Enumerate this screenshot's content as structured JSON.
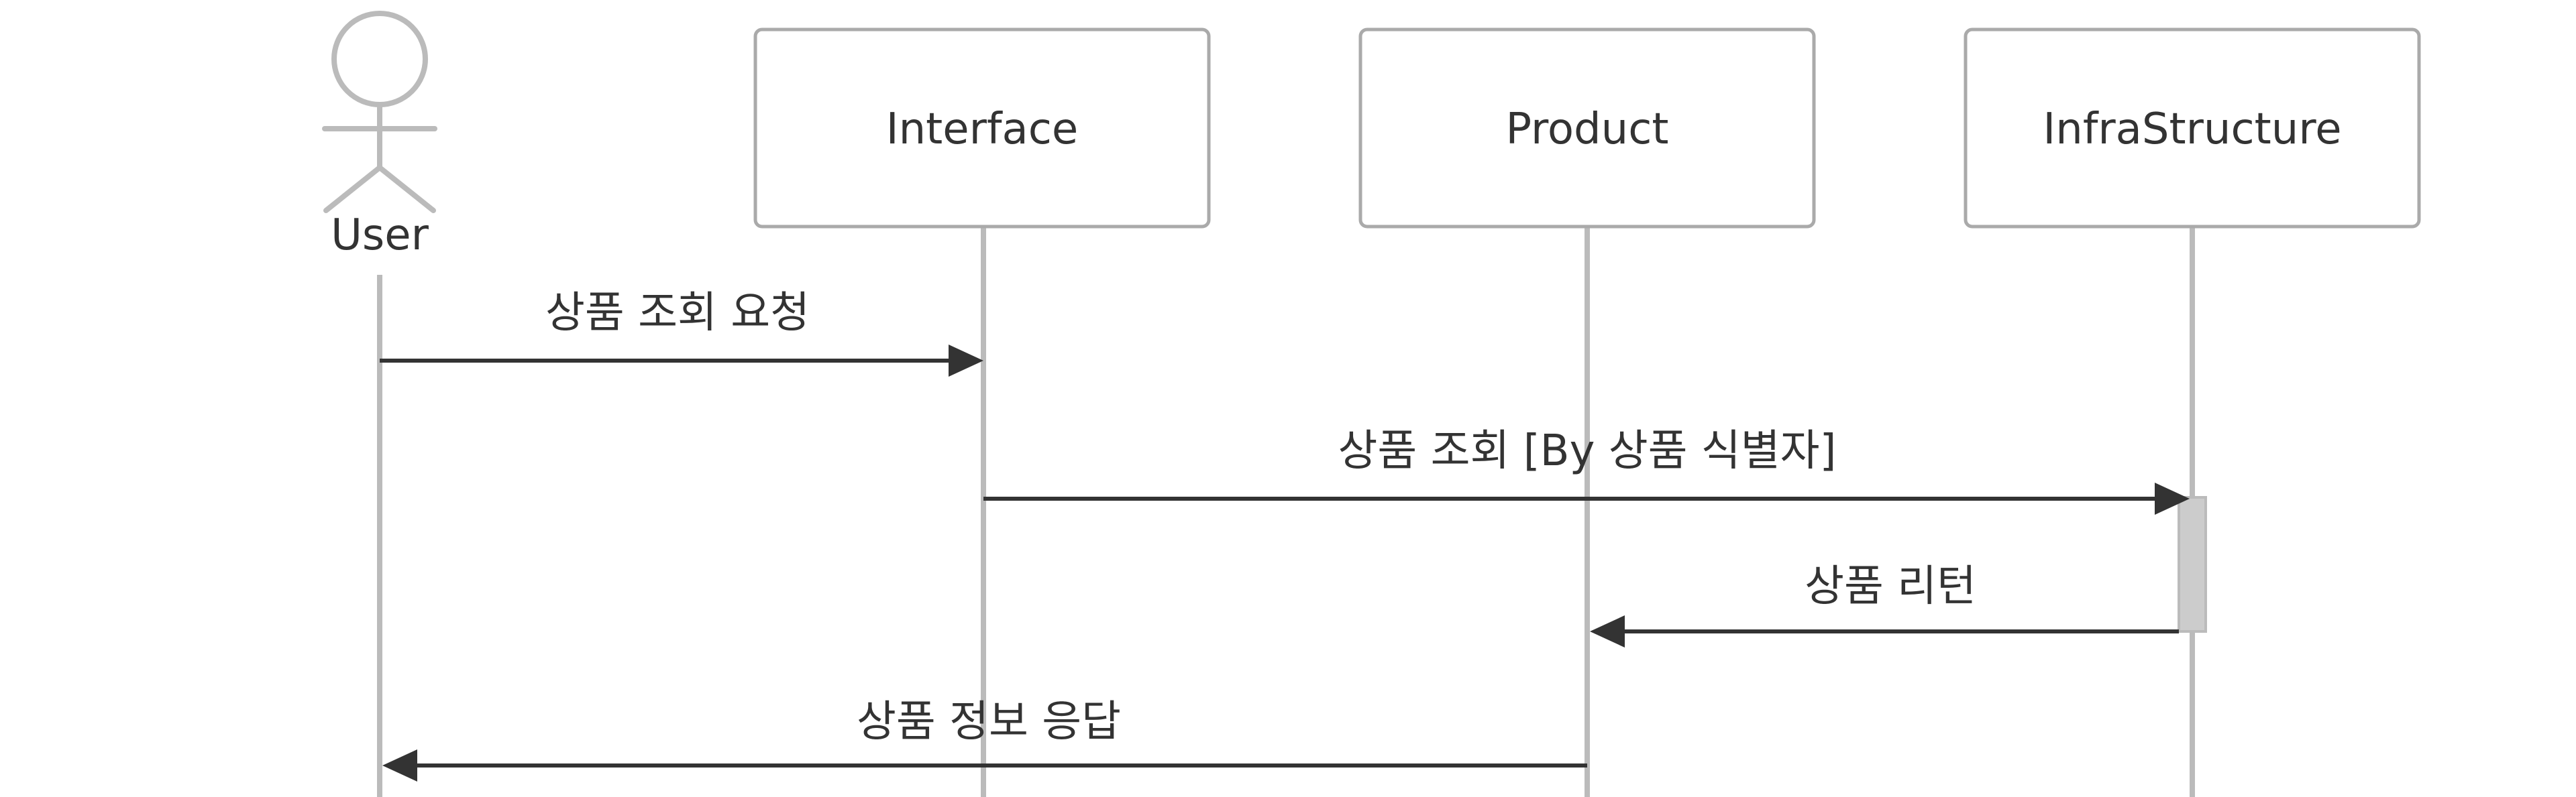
{
  "participants": {
    "user": {
      "label": "User"
    },
    "interface": {
      "label": "Interface"
    },
    "product": {
      "label": "Product"
    },
    "infrastructure": {
      "label": "InfraStructure"
    }
  },
  "messages": [
    {
      "from": "user",
      "to": "interface",
      "label": "상품 조회 요청"
    },
    {
      "from": "interface",
      "to": "infrastructure",
      "label": "상품 조회 [By 상품 식별자]"
    },
    {
      "from": "infrastructure",
      "to": "product",
      "label": "상품 리턴"
    },
    {
      "from": "product",
      "to": "user",
      "label": "상품 정보 응답"
    }
  ],
  "colors": {
    "lifeline": "#bbbbbb",
    "box_border": "#aaaaaa",
    "box_fill": "#ffffff",
    "arrow": "#333333",
    "activation_fill": "#cccccc",
    "activation_border": "#bbbbbb",
    "text": "#333333"
  }
}
